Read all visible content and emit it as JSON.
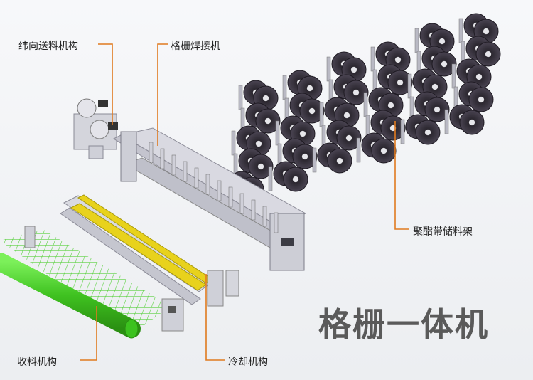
{
  "labels": {
    "weft_feed": "纬向送料机构",
    "grid_welder": "格栅焊接机",
    "polyester_rack": "聚酯带储料架",
    "take_up": "收料机构",
    "cooling": "冷却机构"
  },
  "title": "格栅一体机",
  "colors": {
    "leader": "#e07a1f",
    "machine": "#c9c9d3",
    "reel": "#3a3540",
    "mesh": "#4bd12a",
    "rail": "#e8d21c"
  }
}
